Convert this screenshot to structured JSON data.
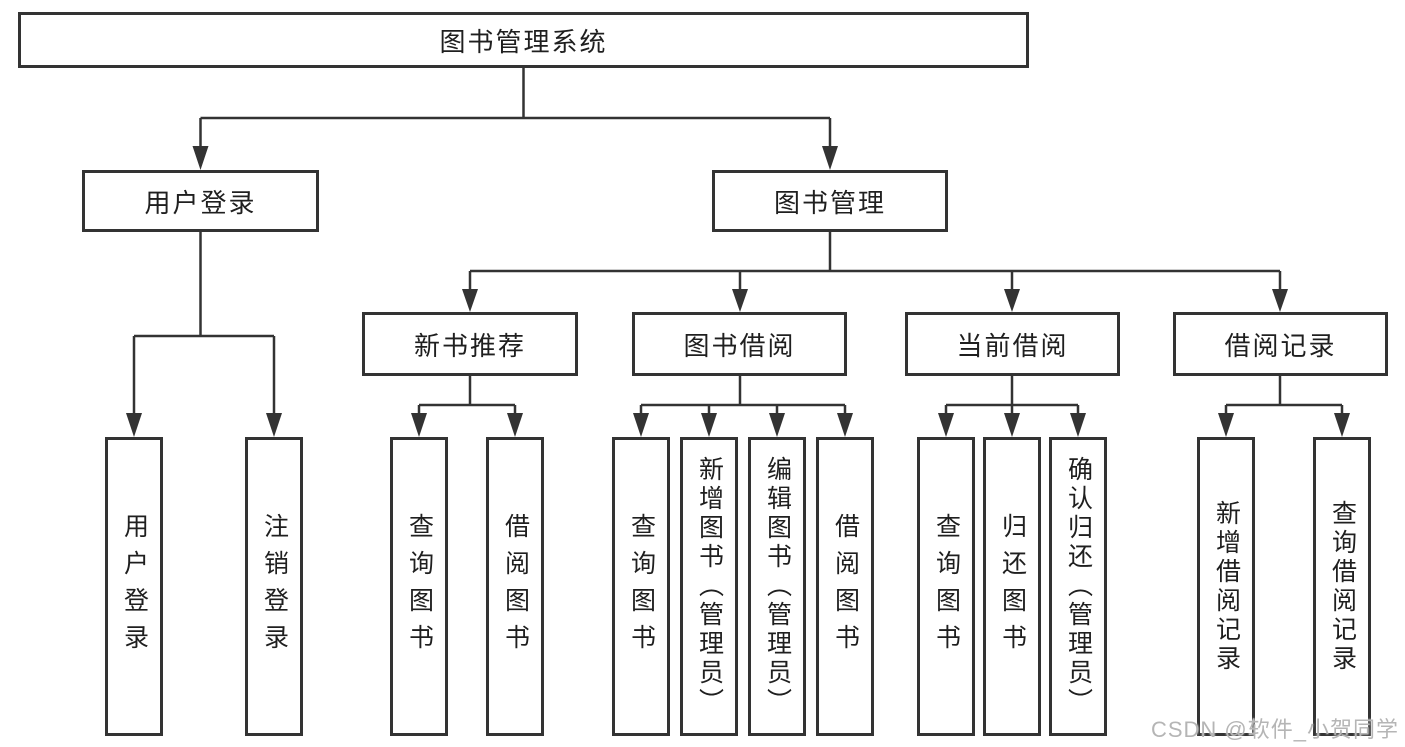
{
  "diagram": {
    "root": {
      "label": "图书管理系统"
    },
    "level2": {
      "user_login": {
        "label": "用户登录"
      },
      "book_management": {
        "label": "图书管理"
      }
    },
    "level3": {
      "new_book_recommend": {
        "label": "新书推荐"
      },
      "book_borrowing": {
        "label": "图书借阅"
      },
      "current_borrowing": {
        "label": "当前借阅"
      },
      "borrowing_records": {
        "label": "借阅记录"
      }
    },
    "level4": {
      "user_login_leaf": {
        "label": "用户登录"
      },
      "logout": {
        "label": "注销登录"
      },
      "query_books_recommend": {
        "label": "查询图书"
      },
      "borrow_books_recommend": {
        "label": "借阅图书"
      },
      "query_books_borrowing": {
        "label": "查询图书"
      },
      "add_books_admin": {
        "label": "新增图书（管理员）"
      },
      "edit_books_admin": {
        "label": "编辑图书（管理员）"
      },
      "borrow_books_borrowing": {
        "label": "借阅图书"
      },
      "query_books_current": {
        "label": "查询图书"
      },
      "return_books": {
        "label": "归还图书"
      },
      "confirm_return_admin": {
        "label": "确认归还（管理员）"
      },
      "add_borrow_record": {
        "label": "新增借阅记录"
      },
      "query_borrow_record": {
        "label": "查询借阅记录"
      }
    }
  },
  "watermark": {
    "text": "CSDN @软件_小贺同学"
  },
  "colors": {
    "line": "#333333",
    "box_border": "#333333",
    "text": "#1f1f1f",
    "watermark": "#b5b5b5",
    "background": "#ffffff"
  }
}
